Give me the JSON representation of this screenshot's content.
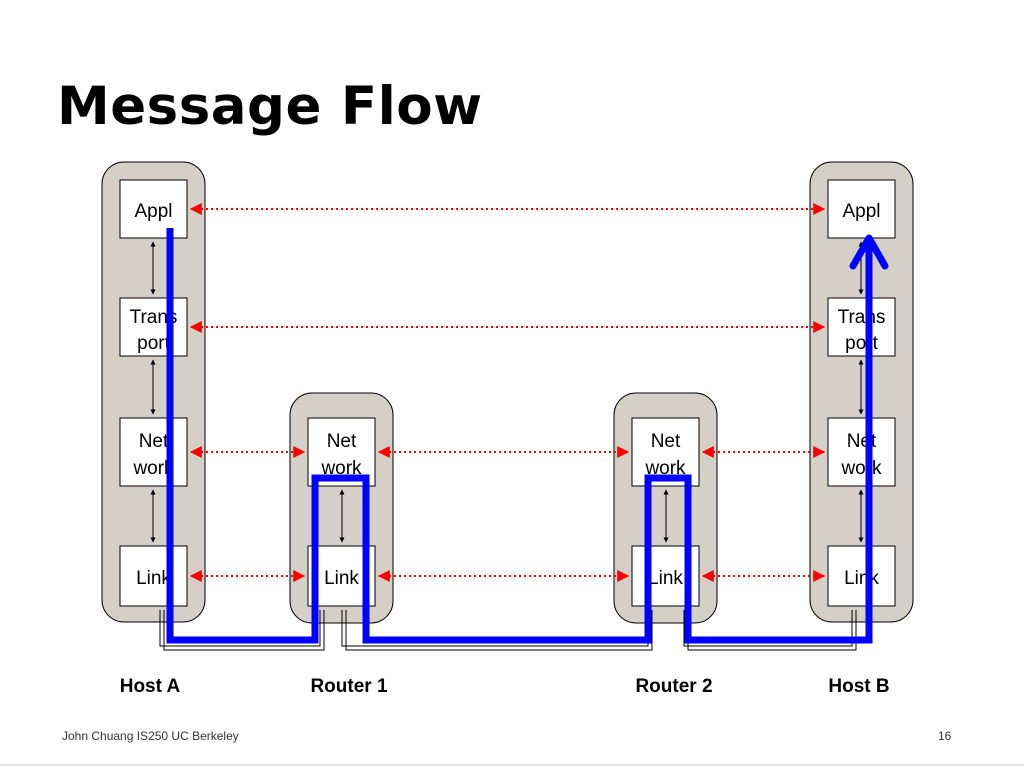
{
  "title": "Message Flow",
  "nodes": {
    "host_a": {
      "label": "Host A",
      "layers": {
        "appl": [
          "Appl"
        ],
        "transport": [
          "Trans",
          "port"
        ],
        "network": [
          "Net",
          "work"
        ],
        "link": [
          "Link"
        ]
      }
    },
    "router_1": {
      "label": "Router 1",
      "layers": {
        "network": [
          "Net",
          "work"
        ],
        "link": [
          "Link"
        ]
      }
    },
    "router_2": {
      "label": "Router 2",
      "layers": {
        "network": [
          "Net",
          "work"
        ],
        "link": [
          "Link"
        ]
      }
    },
    "host_b": {
      "label": "Host B",
      "layers": {
        "appl": [
          "Appl"
        ],
        "transport": [
          "Trans",
          "port"
        ],
        "network": [
          "Net",
          "work"
        ],
        "link": [
          "Link"
        ]
      }
    }
  },
  "colors": {
    "node_fill": "#d4d0c8",
    "layer_fill": "#ffffff",
    "peer_arrow": "#ff0000",
    "message_path": "#0000ff",
    "stack_arrow": "#000000"
  },
  "footer": {
    "left": "John Chuang IS250 UC Berkeley",
    "page_number": "16"
  }
}
